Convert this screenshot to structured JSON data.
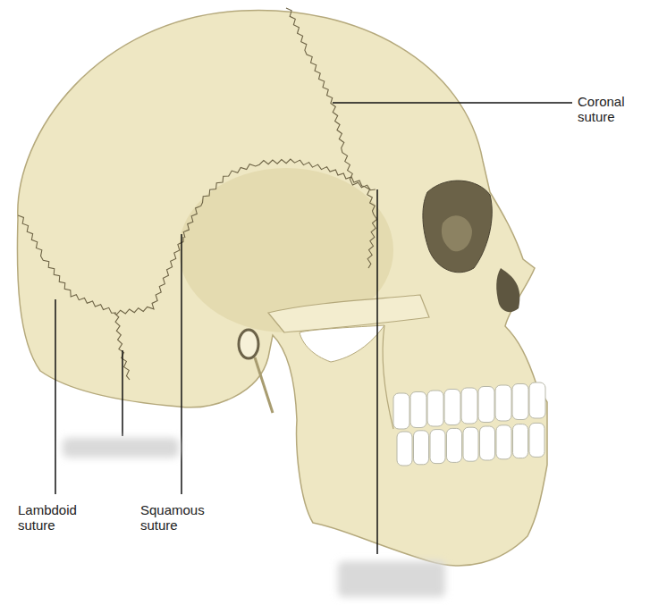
{
  "diagram": {
    "labels": [
      "Coronal suture",
      "Lambdoid suture",
      "Squamous suture"
    ]
  }
}
